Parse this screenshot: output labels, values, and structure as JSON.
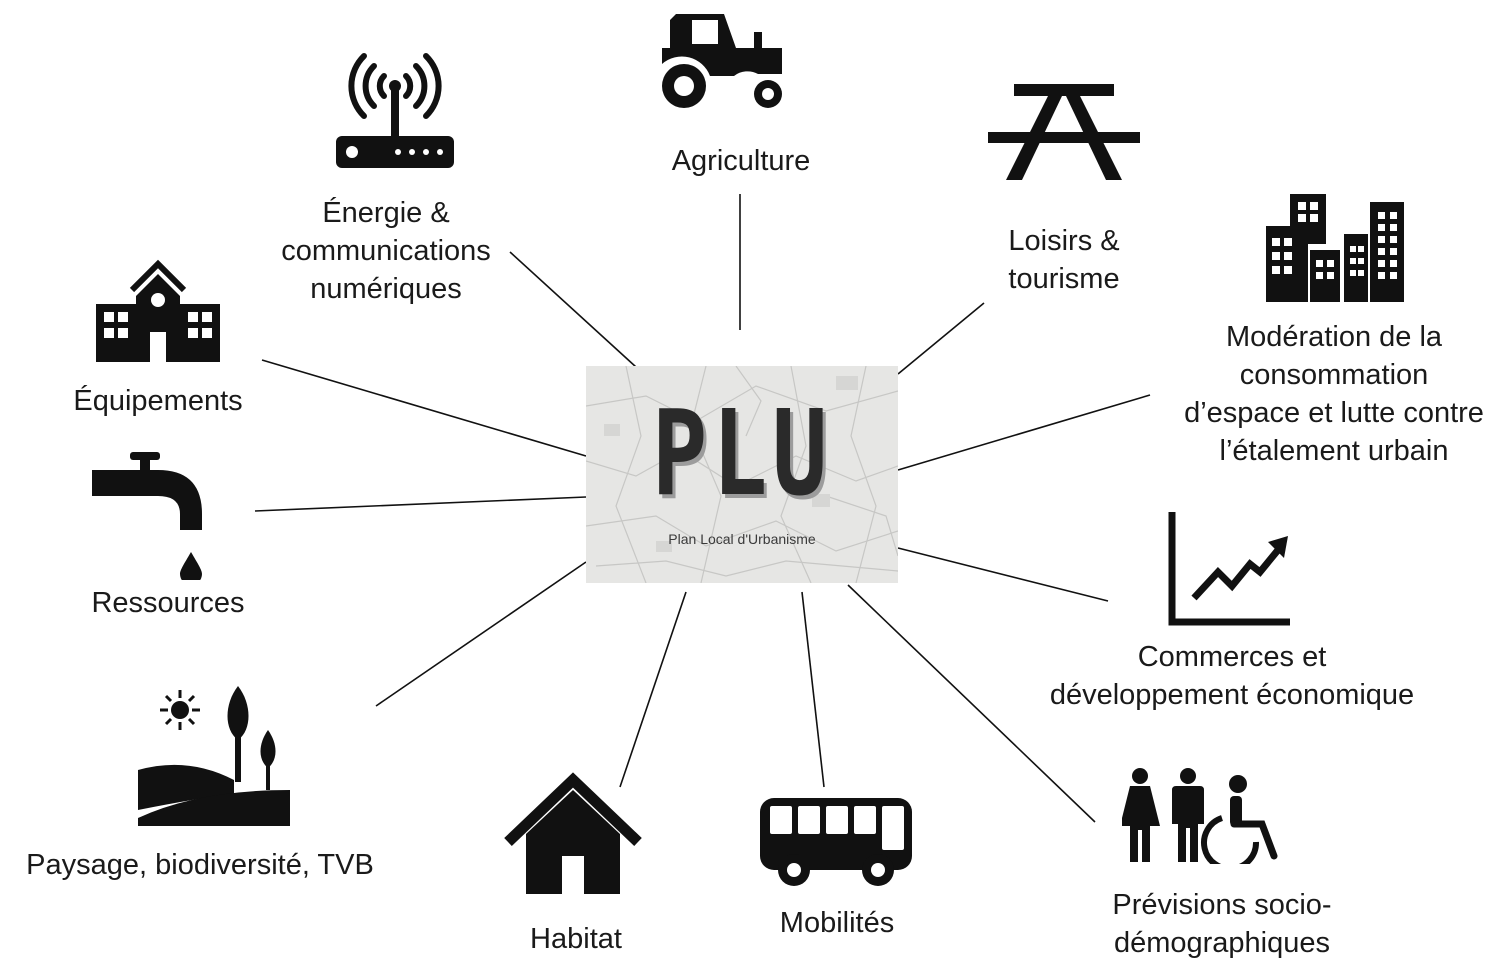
{
  "center": {
    "title": "PLU",
    "subtitle": "Plan Local d'Urbanisme"
  },
  "themes": {
    "agriculture": {
      "lines": [
        "Agriculture"
      ],
      "icon": "tractor-icon"
    },
    "energie": {
      "lines": [
        "Énergie &",
        "communications",
        "numériques"
      ],
      "icon": "router-icon"
    },
    "loisirs": {
      "lines": [
        "Loisirs &",
        "tourisme"
      ],
      "icon": "picnic-table-icon"
    },
    "moderation": {
      "lines": [
        "Modération de la",
        "consommation",
        "d’espace et lutte contre",
        "l’étalement urbain"
      ],
      "icon": "buildings-icon"
    },
    "equipements": {
      "lines": [
        "Équipements"
      ],
      "icon": "school-icon"
    },
    "ressources": {
      "lines": [
        "Ressources"
      ],
      "icon": "water-tap-icon"
    },
    "commerces": {
      "lines": [
        "Commerces et",
        "développement économique"
      ],
      "icon": "growth-chart-icon"
    },
    "paysage": {
      "lines": [
        "Paysage, biodiversité, TVB"
      ],
      "icon": "landscape-icon"
    },
    "habitat": {
      "lines": [
        "Habitat"
      ],
      "icon": "house-icon"
    },
    "mobilites": {
      "lines": [
        "Mobilités"
      ],
      "icon": "bus-icon"
    },
    "previsions": {
      "lines": [
        "Prévisions socio-",
        "démographiques"
      ],
      "icon": "people-icon"
    }
  }
}
